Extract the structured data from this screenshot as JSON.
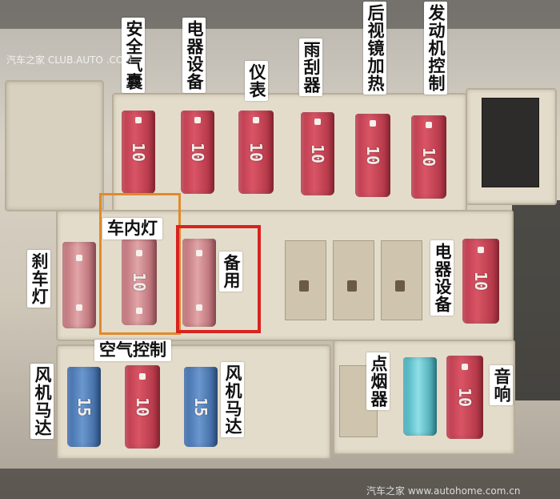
{
  "watermark_top": "汽车之家 CLUB.AUTO    .COM",
  "watermark_bottom": "汽车之家 www.autohome.com.cn",
  "highlight_colors": {
    "orange": "#e08a2c",
    "red": "#d8231f"
  },
  "labels": {
    "airbag": "安全气囊",
    "electrical1": "电器设备",
    "instrument": "仪表",
    "wiper": "雨刮器",
    "mirror_heat": "后视镜加热",
    "engine": "发动机控制",
    "interior_light": "车内灯",
    "brake_light": "刹车灯",
    "spare": "备用",
    "electrical2": "电器设备",
    "ac_control": "空气控制",
    "fan_left": "风机马达",
    "fan_right": "风机马达",
    "lighter": "点烟器",
    "audio": "音响"
  },
  "fuses": {
    "airbag": "10",
    "electrical1": "10",
    "instrument": "10",
    "wiper": "10",
    "mirror_heat": "10",
    "engine": "10",
    "interior_light": "10",
    "electrical2": "10",
    "fan_left": "15",
    "middle_bottom": "10",
    "fan_right": "15",
    "audio": "10"
  }
}
